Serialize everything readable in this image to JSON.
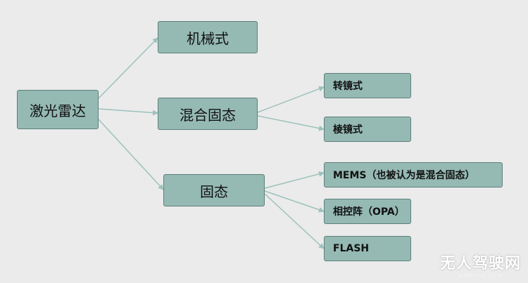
{
  "nodes": {
    "root": "激光雷达",
    "mechanical": "机械式",
    "hybrid": "混合固态",
    "solid": "固态",
    "rotating_mirror": "转镜式",
    "prism": "棱镜式",
    "mems": "MEMS（也被认为是混合固态）",
    "opa": "相控阵（OPA）",
    "flash": "FLASH"
  },
  "watermark": {
    "title": "无人驾驶网",
    "subtitle": "WRDRIVE.COM"
  },
  "colors": {
    "background": "#ebebeb",
    "node_fill": "#95b9b3",
    "node_border": "#5e7f7a",
    "arrow": "#9cc2bc"
  }
}
